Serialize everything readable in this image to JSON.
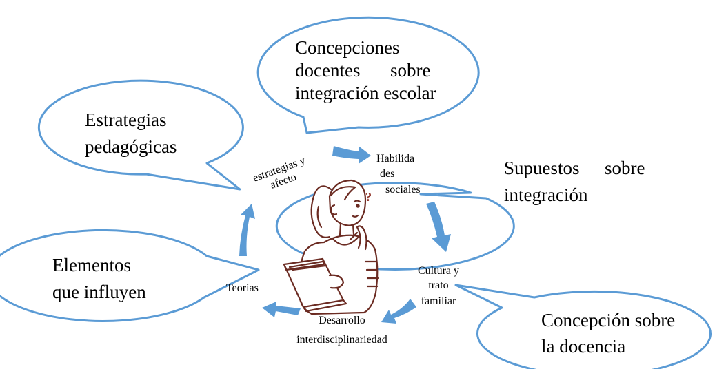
{
  "colors": {
    "bubble_stroke": "#5b9bd5",
    "arrow_fill": "#5b9bd5",
    "figure_stroke": "#6b2b22",
    "question_mark": "#8b2a1f"
  },
  "bubbles": {
    "concepciones": {
      "line1": "Concepciones",
      "line2a": "docentes",
      "line2b": "sobre",
      "line3": "integración escolar"
    },
    "estrategias": {
      "line1": "Estrategias",
      "line2": "pedagógicas"
    },
    "supuestos": {
      "line1a": "Supuestos",
      "line1b": "sobre",
      "line2": "integración"
    },
    "elementos": {
      "line1": "Elementos",
      "line2": "que influyen"
    },
    "docencia": {
      "line1": "Concepción sobre",
      "line2": "la docencia"
    }
  },
  "labels": {
    "estrategias_afecto": {
      "line1": "estrategias y",
      "line2": "afecto"
    },
    "habilidades": {
      "line1": "Habilida",
      "line2": "des",
      "line3": "sociales"
    },
    "cultura": {
      "line1": "Cultura y",
      "line2": "trato",
      "line3": "familiar"
    },
    "desarrollo": {
      "line1": "Desarrollo",
      "line2": "interdisciplinariedad"
    },
    "teorias": "Teorias"
  },
  "figure": {
    "icon": "thinking-woman-illustration",
    "mark": "?"
  }
}
